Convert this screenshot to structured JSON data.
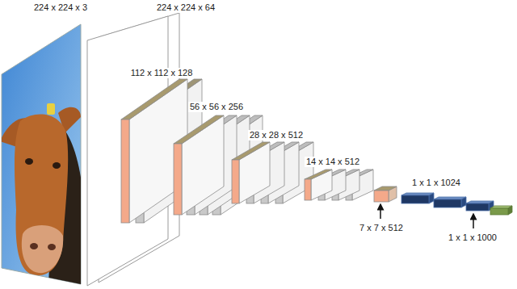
{
  "diagram": {
    "labels": [
      "224 x 224 x 3",
      "224 x 224 x 64",
      "112 x 112 x 128",
      "56 x 56 x 256",
      "28 x 28 x 512",
      "14 x 14 x 512",
      "1 x 1 x 1024",
      "7 x 7 x 512",
      "1 x 1 x 1000"
    ]
  }
}
